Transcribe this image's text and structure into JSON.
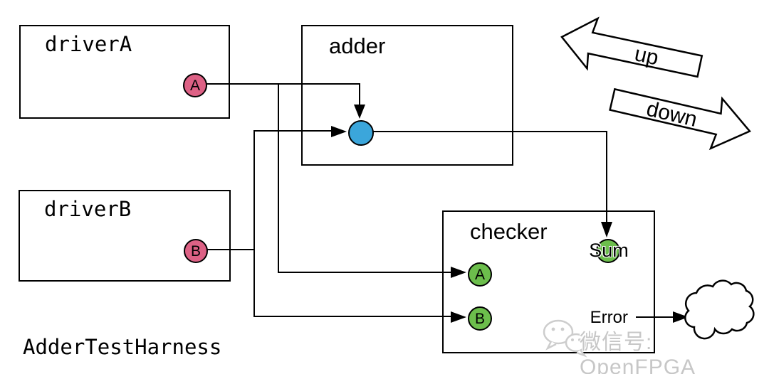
{
  "title": "AdderTestHarness",
  "modules": {
    "driverA": {
      "label": "driverA",
      "port_a": "A"
    },
    "driverB": {
      "label": "driverB",
      "port_b": "B"
    },
    "adder": {
      "label": "adder"
    },
    "checker": {
      "label": "checker",
      "port_a": "A",
      "port_b": "B",
      "port_sum": "Sum",
      "port_error": "Error"
    }
  },
  "flow_labels": {
    "up": "up",
    "down": "down"
  },
  "watermark": {
    "text": "微信号: OpenFPGA",
    "icon": "wechat-icon"
  },
  "colors": {
    "driver_port_pink": "#dd6185",
    "adder_port_blue": "#3ba6db",
    "checker_port_green": "#6cbe4c",
    "wire_black": "#000000",
    "watermark_gray": "#c7c7c7"
  },
  "connections": [
    {
      "from": "driverA.A",
      "to": "adder.in-top"
    },
    {
      "from": "driverA.A",
      "to": "checker.A"
    },
    {
      "from": "driverB.B",
      "to": "adder.in-left"
    },
    {
      "from": "driverB.B",
      "to": "checker.B"
    },
    {
      "from": "adder.out",
      "to": "checker.Sum"
    },
    {
      "from": "checker.Error",
      "to": "cloud"
    }
  ]
}
